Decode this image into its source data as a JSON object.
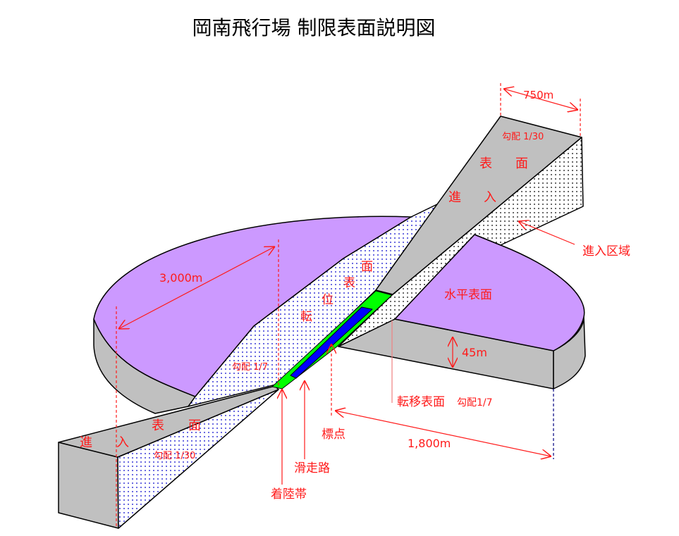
{
  "title": "岡南飛行場 制限表面説明図",
  "colors": {
    "horizontal": "#cc99ff",
    "side": "#c0c0c0",
    "runway": "#0000ff",
    "strip": "#00ff00",
    "annotation": "#ff1a1a"
  },
  "labels": {
    "width_750": "750m",
    "slope_1_30_upper": "勾配 1/30",
    "approach_upper_1": "表",
    "approach_upper_2": "面",
    "approach_upper_3": "進",
    "approach_upper_4": "入",
    "approach_zone": "進入区域",
    "horizontal_surface": "水平表面",
    "height_45": "45m",
    "transitional_surface": "転移表面",
    "transitional_slope": "勾配1/7",
    "distance_1800": "1,800m",
    "reference_point": "標点",
    "runway": "滑走路",
    "landing_strip": "着陸帯",
    "distance_3000": "3,000m",
    "trans_1": "面",
    "trans_2": "表",
    "trans_3": "位",
    "trans_4": "転",
    "slope_1_7_left": "勾配 1/7",
    "approach_lower_1": "進",
    "approach_lower_2": "入",
    "approach_lower_3": "表",
    "approach_lower_4": "面",
    "slope_1_30_lower": "勾配 1/30"
  }
}
